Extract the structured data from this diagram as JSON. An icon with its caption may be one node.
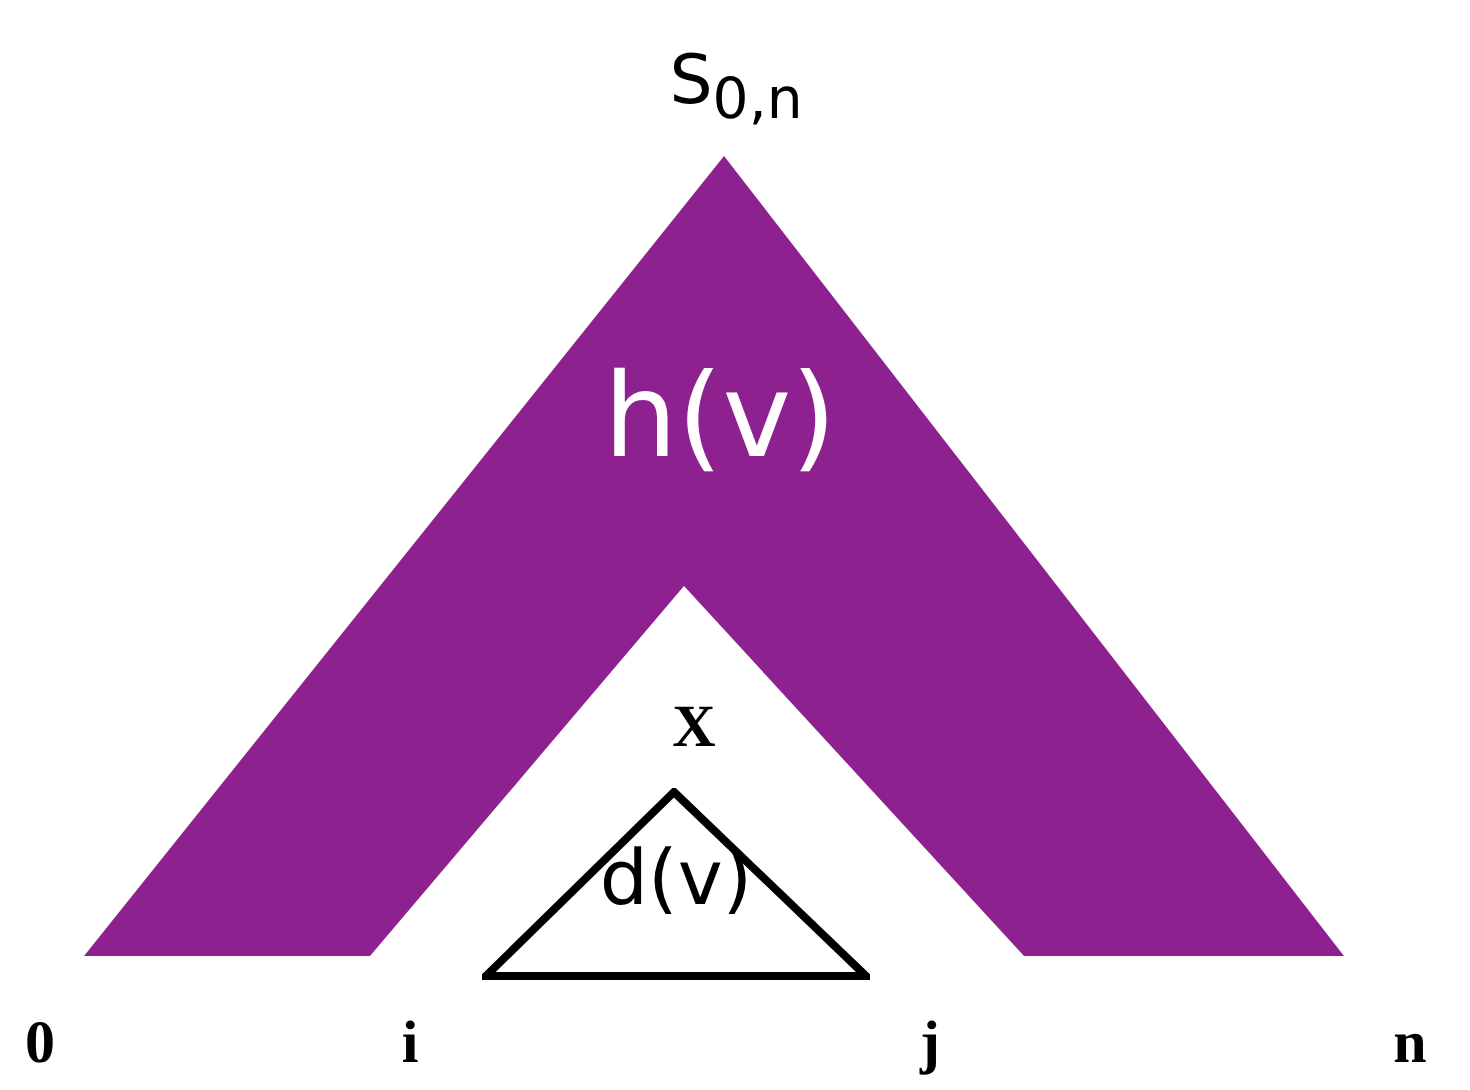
{
  "diagram": {
    "nodes": [
      {
        "text": [
          "h(v)"
        ]
      },
      {
        "text": [
          "d(v)"
        ]
      }
    ],
    "labels": [
      "S$_{0,n}$",
      "X",
      "0",
      "i",
      "j",
      "n"
    ]
  }
}
